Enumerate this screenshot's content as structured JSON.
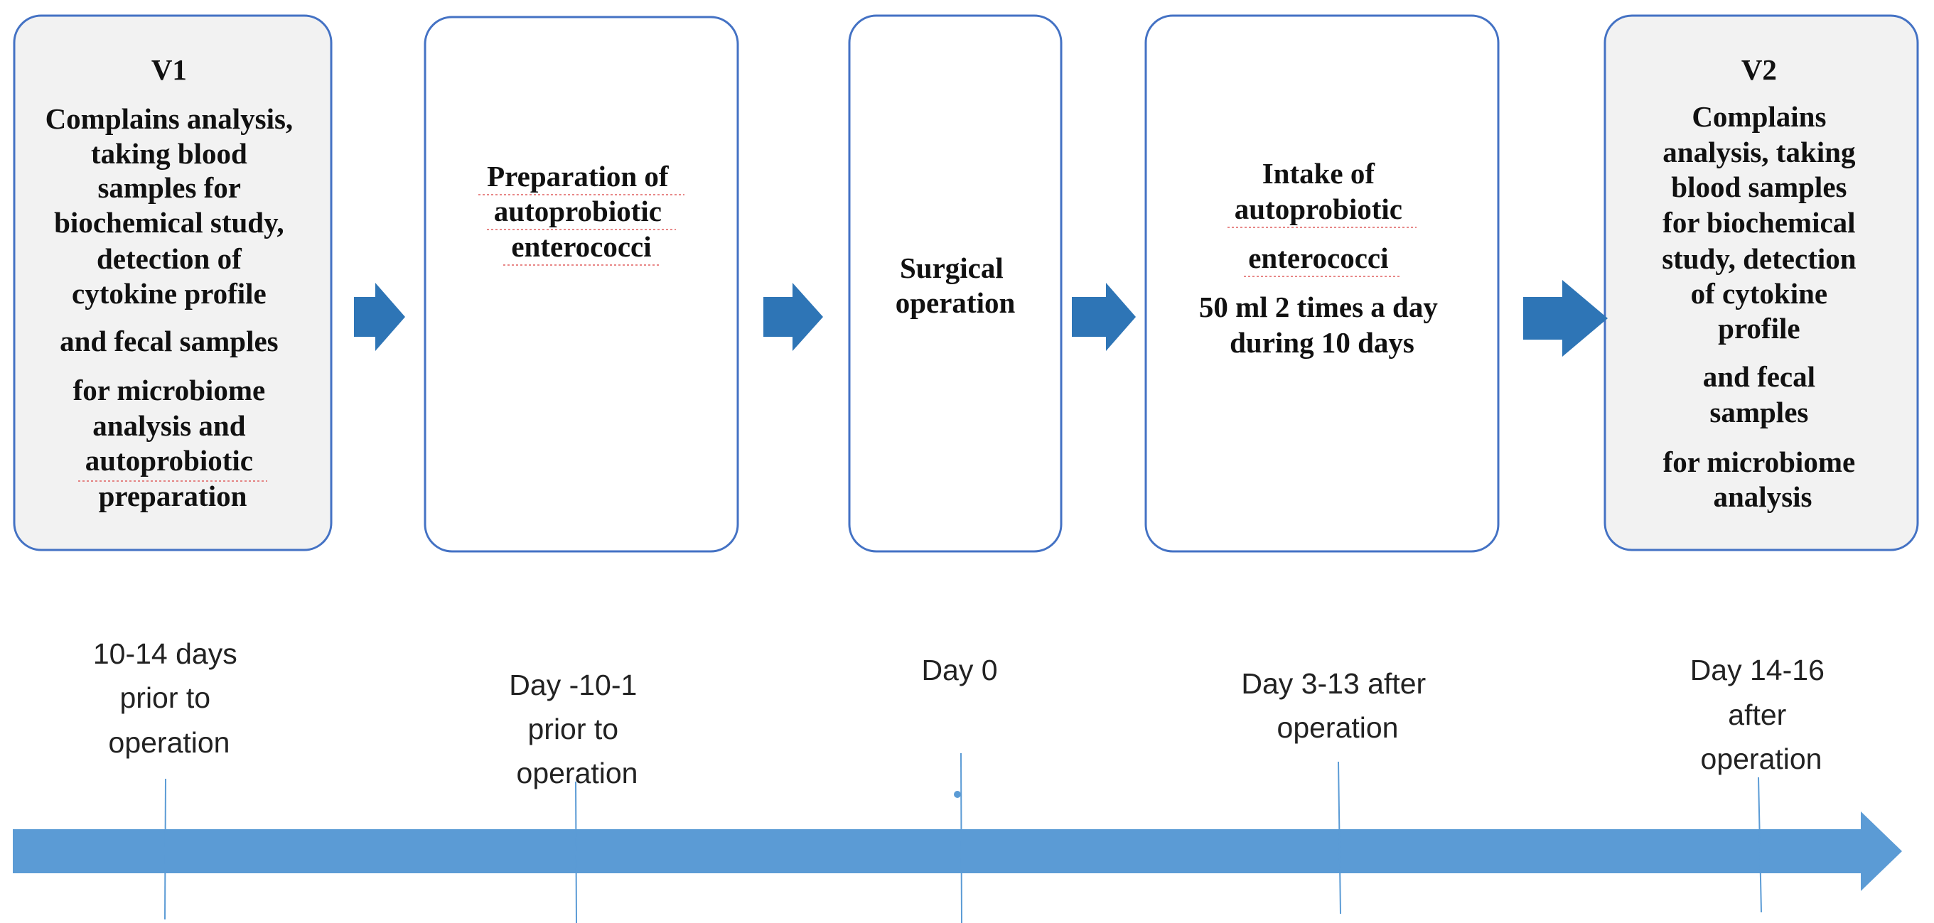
{
  "colors": {
    "box_border": "#4472c4",
    "v_box_fill": "#f2f2f2",
    "box_fill": "#ffffff",
    "arrow": "#2e75b6",
    "timeline": "#5b9bd5",
    "tick": "#5b9bd5",
    "spellcheck_underline": "#e06060"
  },
  "boxes": [
    {
      "id": "v1",
      "kind": "visit",
      "lines": [
        "V1",
        "Complains analysis,",
        "taking blood",
        "samples for",
        "biochemical study,",
        "detection of",
        "cytokine profile",
        "and fecal samples",
        "for microbiome",
        "analysis and",
        "autoprobiotic",
        "preparation"
      ]
    },
    {
      "id": "prep",
      "kind": "step",
      "lines": [
        "Preparation of",
        "autoprobiotic",
        "enterococci"
      ]
    },
    {
      "id": "surgery",
      "kind": "step",
      "lines": [
        "Surgical",
        "operation"
      ]
    },
    {
      "id": "intake",
      "kind": "step",
      "lines": [
        "Intake of",
        "autoprobiotic",
        "enterococci",
        "50 ml 2 times a day",
        "during 10 days"
      ]
    },
    {
      "id": "v2",
      "kind": "visit",
      "lines": [
        "V2",
        "Complains",
        "analysis, taking",
        "blood samples",
        "for biochemical",
        "study, detection",
        "of cytokine",
        "profile",
        "and fecal",
        "samples",
        "for microbiome",
        "analysis"
      ]
    }
  ],
  "timeline_labels": [
    {
      "lines": [
        "10-14 days",
        "prior to",
        "operation"
      ]
    },
    {
      "lines": [
        "Day -10-1",
        "prior to",
        "operation"
      ]
    },
    {
      "lines": [
        "Day 0"
      ]
    },
    {
      "lines": [
        "Day 3-13 after",
        "operation"
      ]
    },
    {
      "lines": [
        "Day 14-16",
        "after",
        "operation"
      ]
    }
  ]
}
